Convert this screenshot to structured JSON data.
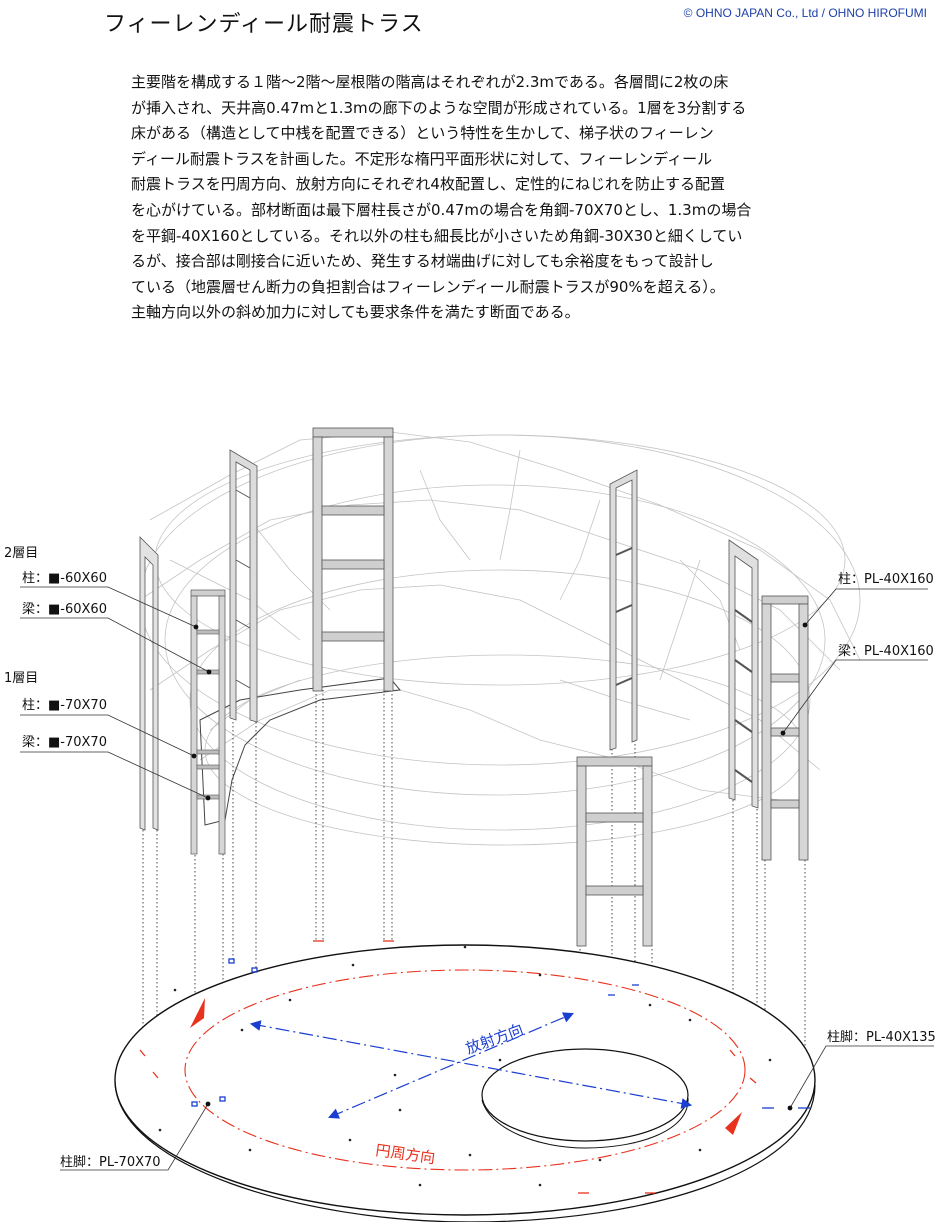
{
  "header": {
    "title": "フィーレンディール耐震トラス",
    "copyright": "© OHNO JAPAN Co., Ltd / OHNO HIROFUMI"
  },
  "description": [
    "主要階を構成する１階〜2階〜屋根階の階高はそれぞれが2.3mである。各層間に2枚の床",
    "が挿入され、天井高0.47mと1.3mの廊下のような空間が形成されている。1層を3分割する",
    "床がある（構造として中桟を配置できる）という特性を生かして、梯子状のフィーレン",
    "ディール耐震トラスを計画した。不定形な楕円平面形状に対して、フィーレンディール",
    "耐震トラスを円周方向、放射方向にそれぞれ4枚配置し、定性的にねじれを防止する配置",
    "を心がけている。部材断面は最下層柱長さが0.47mの場合を角鋼-70X70とし、1.3mの場合",
    "を平鋼-40X160としている。それ以外の柱も細長比が小さいため角鋼-30X30と細くしてい",
    "るが、接合部は剛接合に近いため、発生する材端曲げに対しても余裕度をもって設計し",
    "ている（地震層せん断力の負担割合はフィーレンディール耐震トラスが90%を超える）。",
    "主軸方向以外の斜め加力に対しても要求条件を満たす断面である。"
  ],
  "labels": {
    "floor2": "2層目",
    "col2": "柱：■-60X60",
    "beam2": "梁：■-60X60",
    "floor1": "1層目",
    "col1": "柱：■-70X70",
    "beam1": "梁：■-70X70",
    "col_right": "柱：PL-40X160",
    "beam_right": "梁：PL-40X160",
    "base_right": "柱脚：PL-40X135",
    "base_left": "柱脚：PL-70X70",
    "radial": "放射方向",
    "circumferential": "円周方向"
  },
  "colors": {
    "accent_blue": "#1a3ed0",
    "accent_red": "#e8321e"
  }
}
